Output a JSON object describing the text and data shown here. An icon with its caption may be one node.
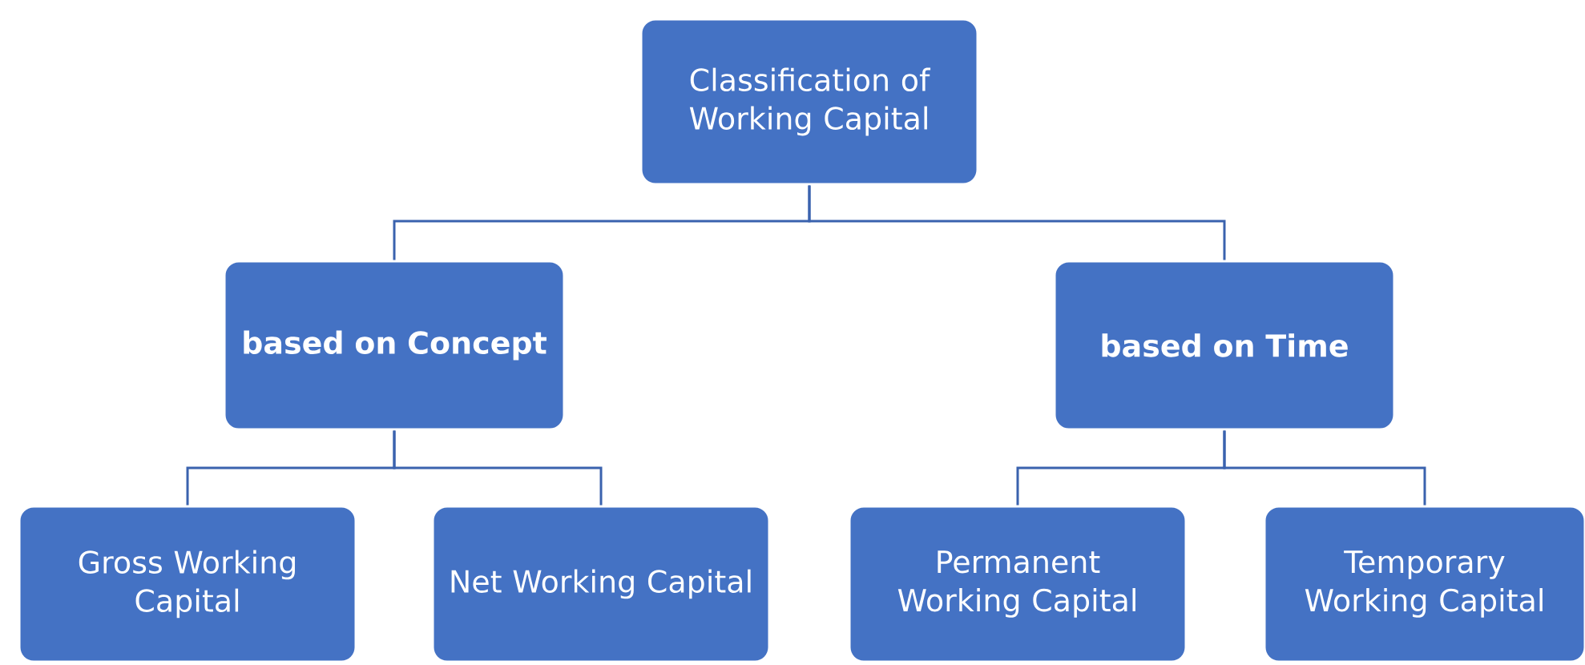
{
  "diagram": {
    "nodes": [
      {
        "text": [
          "Classification of Working Capital"
        ]
      },
      {
        "text": [
          "based on Concept"
        ]
      },
      {
        "text": [
          "based on Time"
        ]
      },
      {
        "text": [
          "Gross Working Capital"
        ]
      },
      {
        "text": [
          "Net Working Capital"
        ]
      },
      {
        "text": [
          "Permanent Working Capital"
        ]
      },
      {
        "text": [
          "Temporary Working Capital"
        ]
      }
    ],
    "edges": [
      {
        "from": 0,
        "to": 1,
        "arrow": "none"
      },
      {
        "from": 0,
        "to": 2,
        "arrow": "none"
      },
      {
        "from": 1,
        "to": 3,
        "arrow": "none"
      },
      {
        "from": 1,
        "to": 4,
        "arrow": "none"
      },
      {
        "from": 2,
        "to": 5,
        "arrow": "none"
      },
      {
        "from": 2,
        "to": 6,
        "arrow": "none"
      }
    ]
  }
}
